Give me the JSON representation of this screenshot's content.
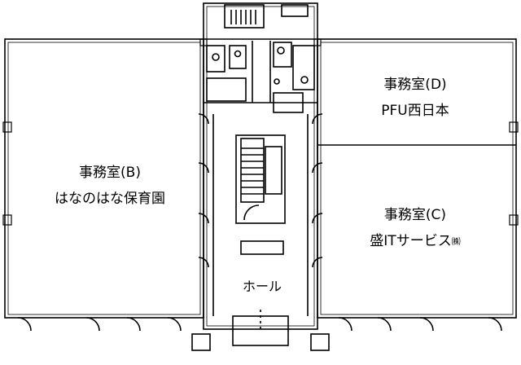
{
  "rooms": {
    "b": {
      "name": "事務室(B)",
      "tenant": "はなのはな保育園"
    },
    "d": {
      "name": "事務室(D)",
      "tenant": "PFU西日本"
    },
    "c": {
      "name": "事務室(C)",
      "tenant_main": "盛ITサービス",
      "tenant_suffix": "㈱"
    },
    "hall": {
      "name": "ホール"
    }
  },
  "colors": {
    "wall": "#000000",
    "background": "#ffffff"
  }
}
